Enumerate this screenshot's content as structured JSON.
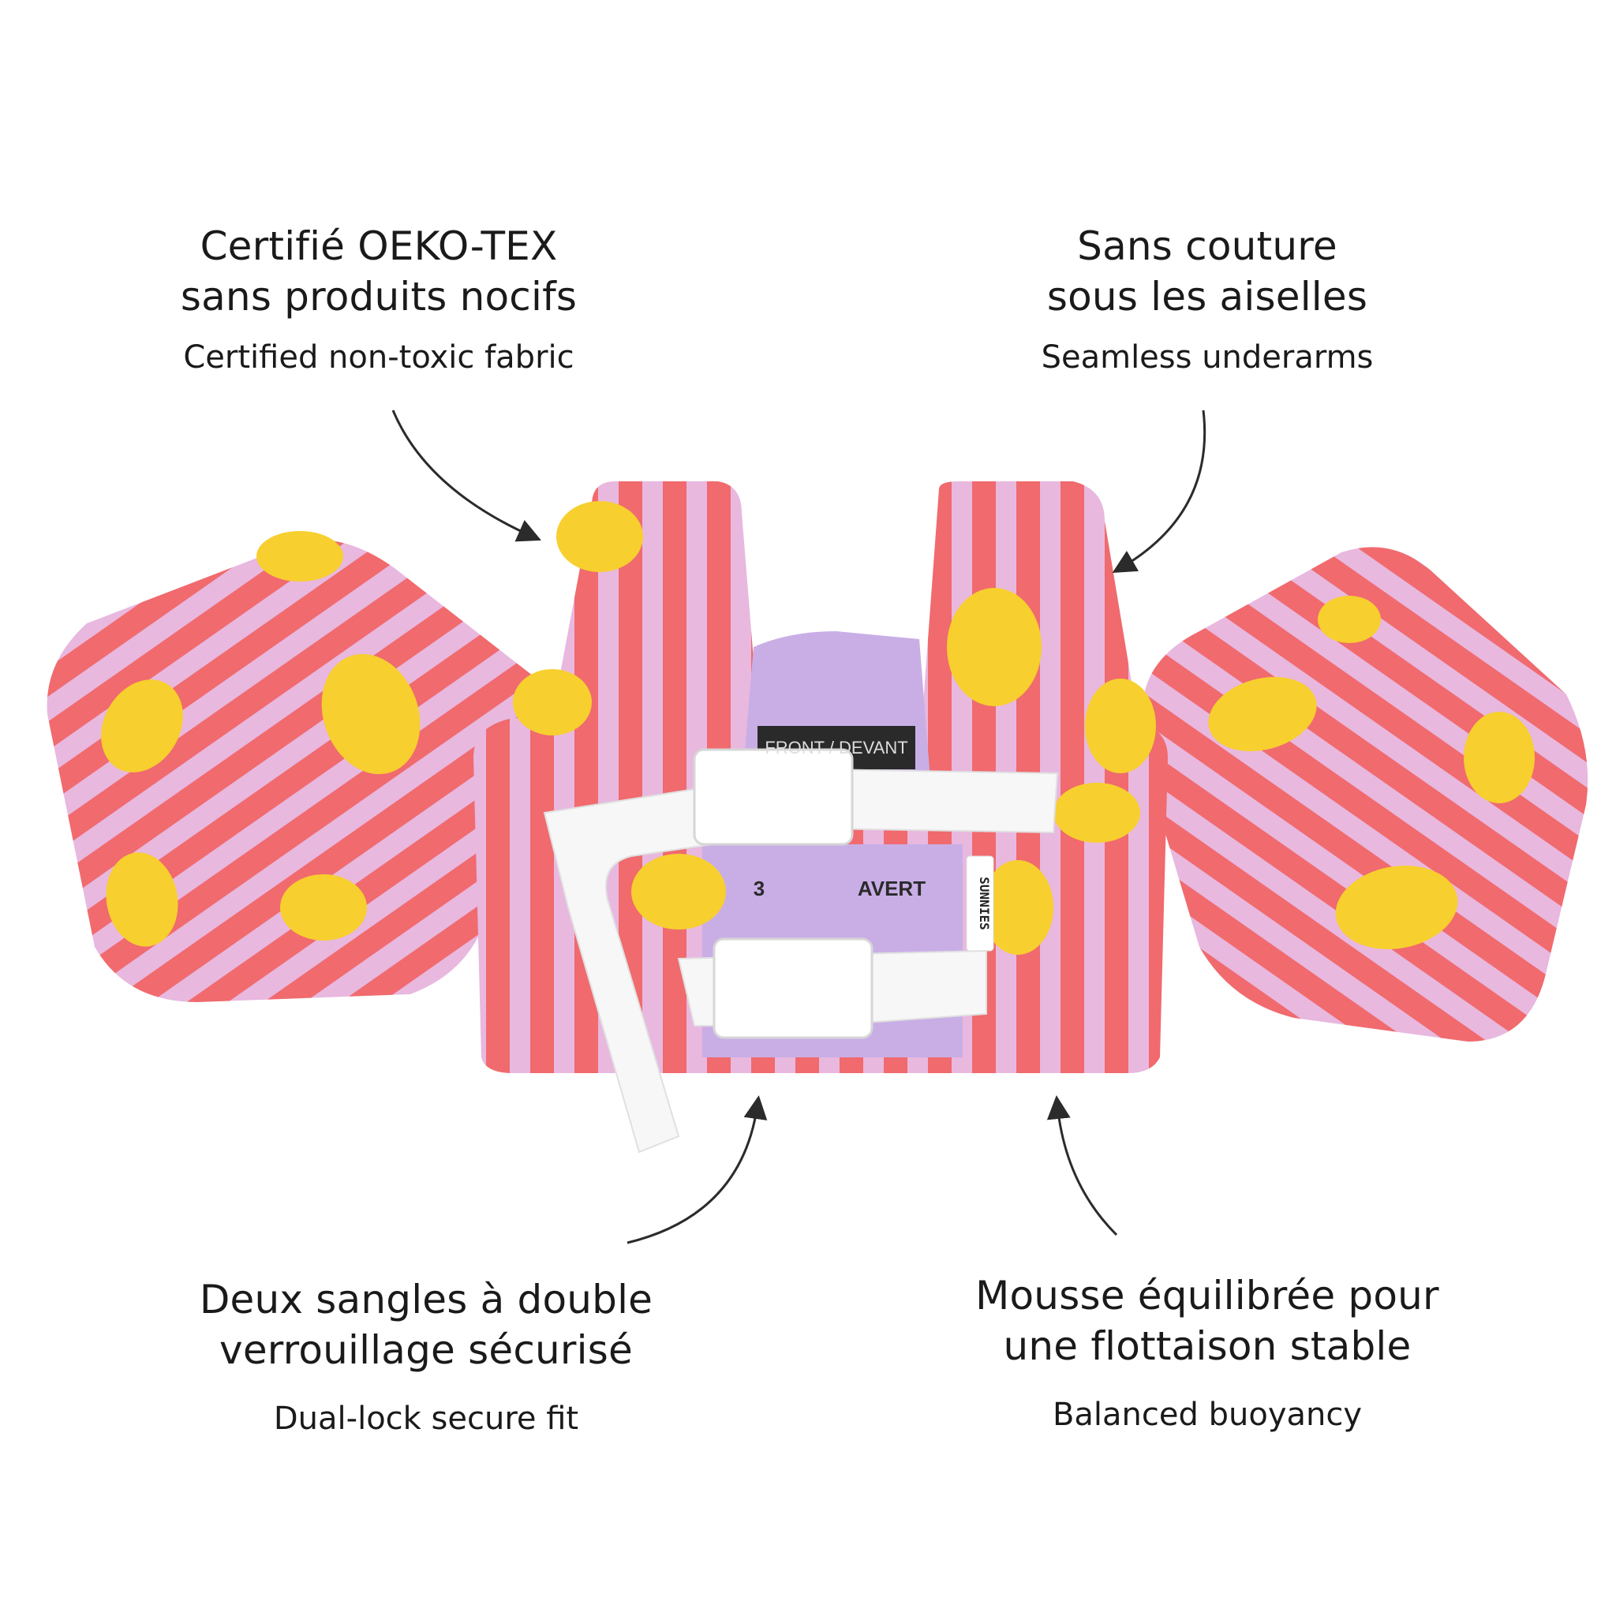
{
  "callouts": {
    "top_left": {
      "fr": [
        "Certifié OEKO-TEX",
        "sans produits nocifs"
      ],
      "en": "Certified non-toxic fabric"
    },
    "top_right": {
      "fr": [
        "Sans couture",
        "sous les aiselles"
      ],
      "en": "Seamless underarms"
    },
    "bottom_left": {
      "fr": [
        "Deux sangles à double",
        "verrouillage sécurisé"
      ],
      "en": "Dual-lock secure fit"
    },
    "bottom_right": {
      "fr": [
        "Mousse équilibrée pour",
        "une flottaison stable"
      ],
      "en": "Balanced buoyancy"
    }
  },
  "product": {
    "brand_tag": "SUNNIES",
    "inner_label": "FRONT / DEVANT",
    "inner_print": "AVERT",
    "inner_print_left": "3"
  },
  "colors": {
    "stripe_coral": "#f06a6e",
    "stripe_lilac": "#e8b8df",
    "lemon": "#f7cf2e",
    "inner_lilac": "#c9aee6",
    "strap_white": "#f7f7f7",
    "arrow": "#2b2b2b"
  }
}
